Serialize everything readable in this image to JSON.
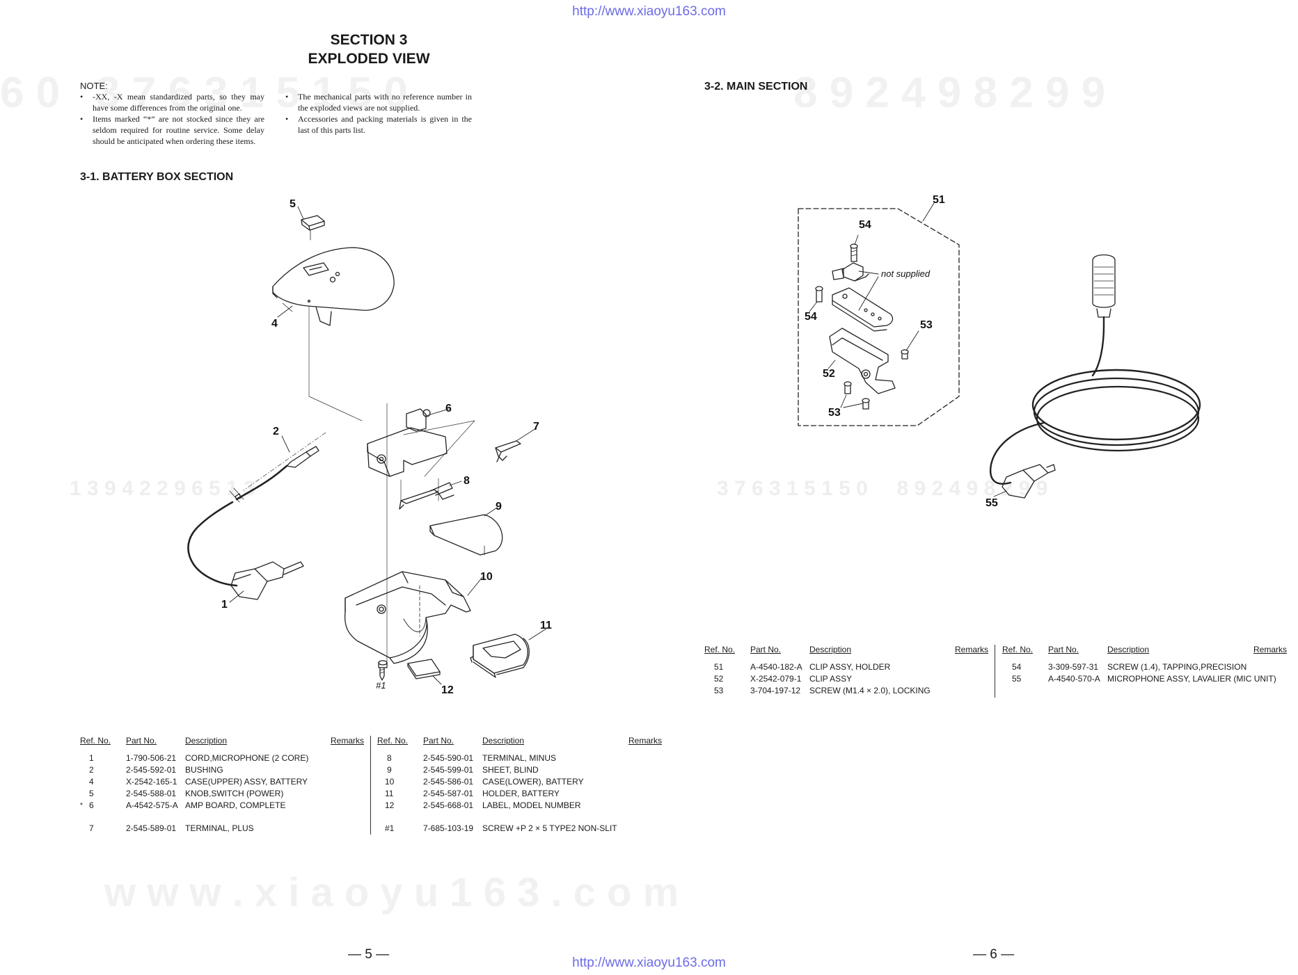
{
  "header_url": "http://www.xiaoyu163.com",
  "footer_url": "http://www.xiaoyu163.com",
  "section_title_line1": "SECTION 3",
  "section_title_line2": "EXPLODED VIEW",
  "note": {
    "label": "NOTE:",
    "col1": [
      "-XX, -X mean standardized parts, so they may have some differences from the original one.",
      "Items marked “*” are not stocked since they are seldom required for routine service. Some delay should be anticipated when ordering these items."
    ],
    "col2": [
      "The mechanical parts with no reference number in the exploded views are not supplied.",
      "Accessories and packing materials is given in the last of this parts list."
    ]
  },
  "battery_heading": "3-1. BATTERY BOX SECTION",
  "main_heading": "3-2. MAIN SECTION",
  "watermarks": {
    "num_left": "6 0   3 7 6 3 1 5 1 5 0",
    "num_right": "8 9 2 4 9 8 2 9 9",
    "mid_left": "1 3 9 4 2 2 9 6 5 1 3",
    "mid_right": "3 7 6 3 1 5 1 5 0     8 9 2 4 9 8 2 9 9",
    "www": "w w w . x i a o y u 1 6 3 . c o m"
  },
  "battery_callouts": {
    "c5": "5",
    "c4": "4",
    "c2": "2",
    "c6": "6",
    "c7": "7",
    "c8": "8",
    "c9": "9",
    "c10": "10",
    "c11": "11",
    "c1": "1",
    "c12": "12",
    "s1": "#1"
  },
  "main_callouts": {
    "c51": "51",
    "c54a": "54",
    "c54b": "54",
    "c53a": "53",
    "c52": "52",
    "c53b": "53",
    "c55": "55",
    "not_supplied": "not supplied"
  },
  "table_headers": {
    "ref": "Ref. No.",
    "part": "Part No.",
    "desc": "Description",
    "remarks": "Remarks"
  },
  "battery_parts_left": [
    {
      "mark": "",
      "ref": "1",
      "part": "1-790-506-21",
      "desc": "CORD,MICROPHONE (2 CORE)"
    },
    {
      "mark": "",
      "ref": "2",
      "part": "2-545-592-01",
      "desc": "BUSHING"
    },
    {
      "mark": "",
      "ref": "4",
      "part": "X-2542-165-1",
      "desc": "CASE(UPPER) ASSY, BATTERY"
    },
    {
      "mark": "",
      "ref": "5",
      "part": "2-545-588-01",
      "desc": "KNOB,SWITCH (POWER)"
    },
    {
      "mark": "*",
      "ref": "6",
      "part": "A-4542-575-A",
      "desc": "AMP BOARD, COMPLETE"
    },
    {
      "mark": "",
      "ref": "7",
      "part": "2-545-589-01",
      "desc": "TERMINAL, PLUS"
    }
  ],
  "battery_parts_right": [
    {
      "ref": "8",
      "part": "2-545-590-01",
      "desc": "TERMINAL, MINUS"
    },
    {
      "ref": "9",
      "part": "2-545-599-01",
      "desc": "SHEET, BLIND"
    },
    {
      "ref": "10",
      "part": "2-545-586-01",
      "desc": "CASE(LOWER), BATTERY"
    },
    {
      "ref": "11",
      "part": "2-545-587-01",
      "desc": "HOLDER, BATTERY"
    },
    {
      "ref": "12",
      "part": "2-545-668-01",
      "desc": "LABEL, MODEL NUMBER"
    },
    {
      "ref": "#1",
      "part": "7-685-103-19",
      "desc": "SCREW +P   2 × 5  TYPE2 NON-SLIT"
    }
  ],
  "main_parts_left": [
    {
      "ref": "51",
      "part": "A-4540-182-A",
      "desc": "CLIP ASSY, HOLDER"
    },
    {
      "ref": "52",
      "part": "X-2542-079-1",
      "desc": "CLIP ASSY"
    },
    {
      "ref": "53",
      "part": "3-704-197-12",
      "desc": "SCREW (M1.4 × 2.0), LOCKING"
    }
  ],
  "main_parts_right": [
    {
      "ref": "54",
      "part": "3-309-597-31",
      "desc": "SCREW (1.4), TAPPING,PRECISION"
    },
    {
      "ref": "55",
      "part": "A-4540-570-A",
      "desc": "MICROPHONE ASSY, LAVALIER (MIC UNIT)"
    }
  ],
  "page_left": "— 5 —",
  "page_right": "— 6 —"
}
